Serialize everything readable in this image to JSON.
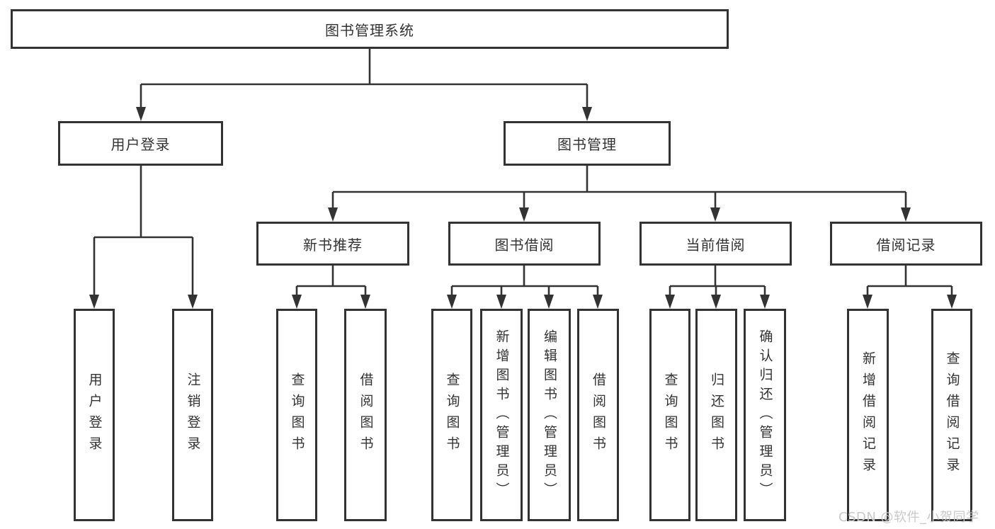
{
  "nodes": {
    "root": "图书管理系统",
    "login": "用户登录",
    "mgmt": "图书管理",
    "new_book": "新书推荐",
    "book_borrow": "图书借阅",
    "current_borrow": "当前借阅",
    "borrow_records": "借阅记录",
    "login_leaf1": "用户登录",
    "login_leaf2": "注销登录",
    "new_leaf1": "查询图书",
    "new_leaf2": "借阅图书",
    "borrow_leaf1": "查询图书",
    "borrow_leaf2": "新增图书（管理员）",
    "borrow_leaf3": "编辑图书（管理员）",
    "borrow_leaf4": "借阅图书",
    "current_leaf1": "查询图书",
    "current_leaf2": "归还图书",
    "current_leaf3": "确认归还（管理员）",
    "records_leaf1": "新增借阅记录",
    "records_leaf2": "查询借阅记录"
  },
  "watermark": "CSDN @软件_小贺同学",
  "colors": {
    "line": "#333333",
    "border": "#333333",
    "text": "#333333",
    "watermark": "#c9c9c9",
    "background": "#ffffff"
  }
}
